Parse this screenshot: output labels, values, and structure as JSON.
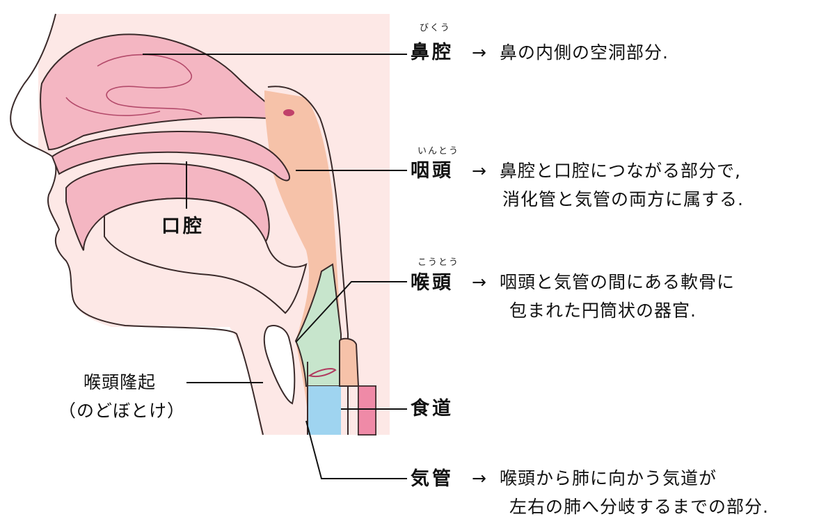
{
  "colors": {
    "skin": "#fde8e6",
    "nasal_cavity": "#f4b6c2",
    "pharynx": "#f6c2a9",
    "larynx": "#c7e5cc",
    "trachea": "#9fd4f0",
    "esophagus": "#ef8aa7",
    "outline": "#3a2a2a",
    "leader": "#111111"
  },
  "labels": {
    "nasal": {
      "ruby": "びくう",
      "term": "鼻腔",
      "arrow": "→",
      "desc": [
        "鼻の内側の空洞部分."
      ]
    },
    "pharynx": {
      "ruby": "いんとう",
      "term": "咽頭",
      "arrow": "→",
      "desc": [
        "鼻腔と口腔につながる部分で,",
        "消化管と気管の両方に属する."
      ]
    },
    "larynx": {
      "ruby": "こうとう",
      "term": "喉頭",
      "arrow": "→",
      "desc": [
        "咽頭と気管の間にある軟骨に",
        "包まれた円筒状の器官."
      ]
    },
    "oral": {
      "term": "口腔"
    },
    "esophagus": {
      "term": "食道"
    },
    "trachea": {
      "term": "気管",
      "arrow": "→",
      "desc": [
        "喉頭から肺に向かう気道が",
        "左右の肺へ分岐するまでの部分."
      ]
    },
    "adams_apple": {
      "lines": [
        "喉頭隆起",
        "（のどぼとけ）"
      ]
    }
  }
}
